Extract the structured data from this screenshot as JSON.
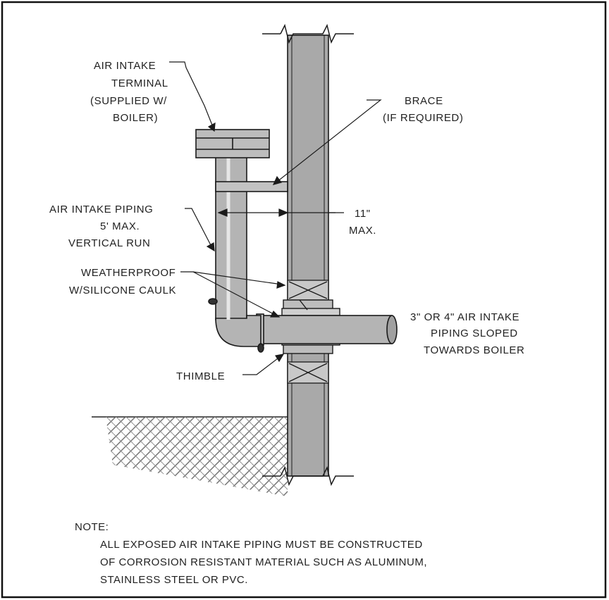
{
  "labels": {
    "terminal": [
      "AIR INTAKE",
      "TERMINAL",
      "(SUPPLIED W/",
      "BOILER)"
    ],
    "brace": [
      "BRACE",
      "(IF REQUIRED)"
    ],
    "piping": [
      "AIR INTAKE PIPING",
      "5' MAX.",
      "VERTICAL RUN"
    ],
    "clearance": [
      "11\"",
      "MAX."
    ],
    "weatherproof": [
      "WEATHERPROOF",
      "W/SILICONE CAULK"
    ],
    "horizontal_pipe": [
      "3\" OR 4\" AIR INTAKE",
      "PIPING SLOPED",
      "TOWARDS BOILER"
    ],
    "thimble": "THIMBLE"
  },
  "note": {
    "heading": "NOTE:",
    "lines": [
      "ALL EXPOSED AIR INTAKE PIPING MUST BE CONSTRUCTED",
      "OF CORROSION RESISTANT MATERIAL SUCH AS ALUMINUM,",
      "STAINLESS STEEL OR PVC."
    ]
  },
  "colors": {
    "pipe": "#b4b4b4",
    "wall": "#a9a9a9",
    "line": "#1a1a1a",
    "ground": "#7a7a7a"
  }
}
